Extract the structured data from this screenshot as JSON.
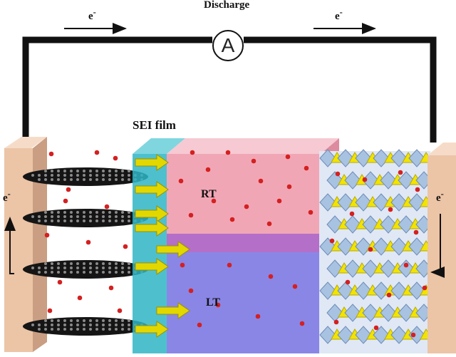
{
  "diagram": {
    "title": "Discharge",
    "ammeter_symbol": "A",
    "electron_top_left": "e",
    "electron_top_right": "e",
    "electron_side_left": "e",
    "electron_side_right": "e",
    "electron_superscript": "-",
    "sei_label": "SEI film",
    "region_upper_label": "RT",
    "region_lower_label": "LT",
    "colors": {
      "wire": "#111111",
      "collector": "#ecc4a6",
      "graphite": "#151515",
      "li_ion": "#d42020",
      "sei": "#2fb5c4",
      "rt_region": "#f1a6b6",
      "lt_region": "#8a86e6",
      "boundary": "#b46fc8",
      "arrow": "#e2d800",
      "cathode_octahedra": "#a8c2e2",
      "cathode_tetrahedra": "#f2e400"
    }
  }
}
